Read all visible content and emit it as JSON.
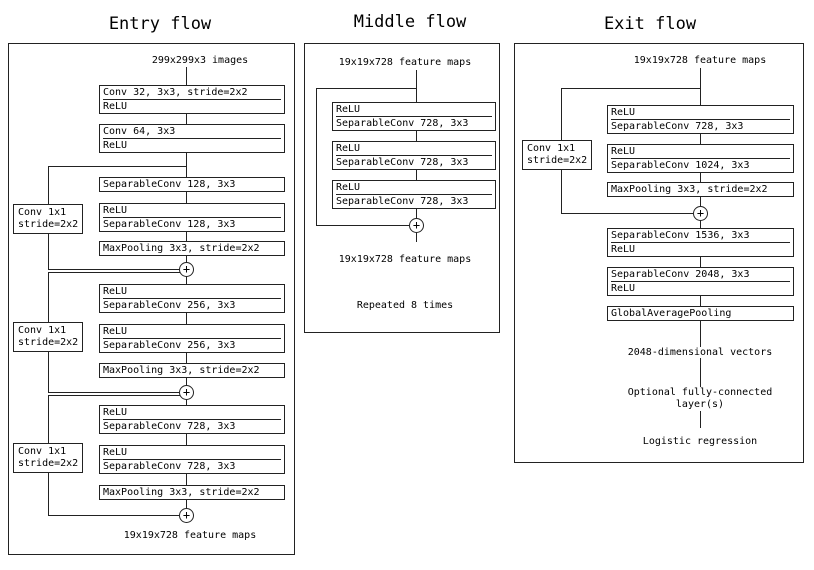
{
  "entry": {
    "title": "Entry flow",
    "input": "299x299x3 images",
    "blocks": [
      [
        "Conv 32, 3x3, stride=2x2",
        "ReLU"
      ],
      [
        "Conv 64, 3x3",
        "ReLU"
      ],
      [
        "SeparableConv 128, 3x3"
      ],
      [
        "ReLU",
        "SeparableConv 128, 3x3"
      ],
      [
        "MaxPooling 3x3, stride=2x2"
      ],
      [
        "ReLU",
        "SeparableConv 256, 3x3"
      ],
      [
        "ReLU",
        "SeparableConv 256, 3x3"
      ],
      [
        "MaxPooling 3x3, stride=2x2"
      ],
      [
        "ReLU",
        "SeparableConv 728, 3x3"
      ],
      [
        "ReLU",
        "SeparableConv 728, 3x3"
      ],
      [
        "MaxPooling 3x3, stride=2x2"
      ]
    ],
    "skips": [
      [
        "Conv 1x1",
        "stride=2x2"
      ],
      [
        "Conv 1x1",
        "stride=2x2"
      ],
      [
        "Conv 1x1",
        "stride=2x2"
      ]
    ],
    "plus": "+",
    "output": "19x19x728 feature maps"
  },
  "middle": {
    "title": "Middle flow",
    "input": "19x19x728 feature maps",
    "blocks": [
      [
        "ReLU",
        "SeparableConv 728, 3x3"
      ],
      [
        "ReLU",
        "SeparableConv 728, 3x3"
      ],
      [
        "ReLU",
        "SeparableConv 728, 3x3"
      ]
    ],
    "plus": "+",
    "output": "19x19x728 feature maps",
    "repeat": "Repeated 8 times"
  },
  "exit": {
    "title": "Exit flow",
    "input": "19x19x728 feature maps",
    "blocks": [
      [
        "ReLU",
        "SeparableConv 728, 3x3"
      ],
      [
        "ReLU",
        "SeparableConv 1024, 3x3"
      ],
      [
        "MaxPooling 3x3, stride=2x2"
      ],
      [
        "SeparableConv 1536, 3x3",
        "ReLU"
      ],
      [
        "SeparableConv 2048, 3x3",
        "ReLU"
      ],
      [
        "GlobalAveragePooling"
      ]
    ],
    "skip": [
      "Conv 1x1",
      "stride=2x2"
    ],
    "plus": "+",
    "vectors": "2048-dimensional vectors",
    "fc": [
      "Optional fully-connected",
      "layer(s)"
    ],
    "logistic": "Logistic regression"
  }
}
